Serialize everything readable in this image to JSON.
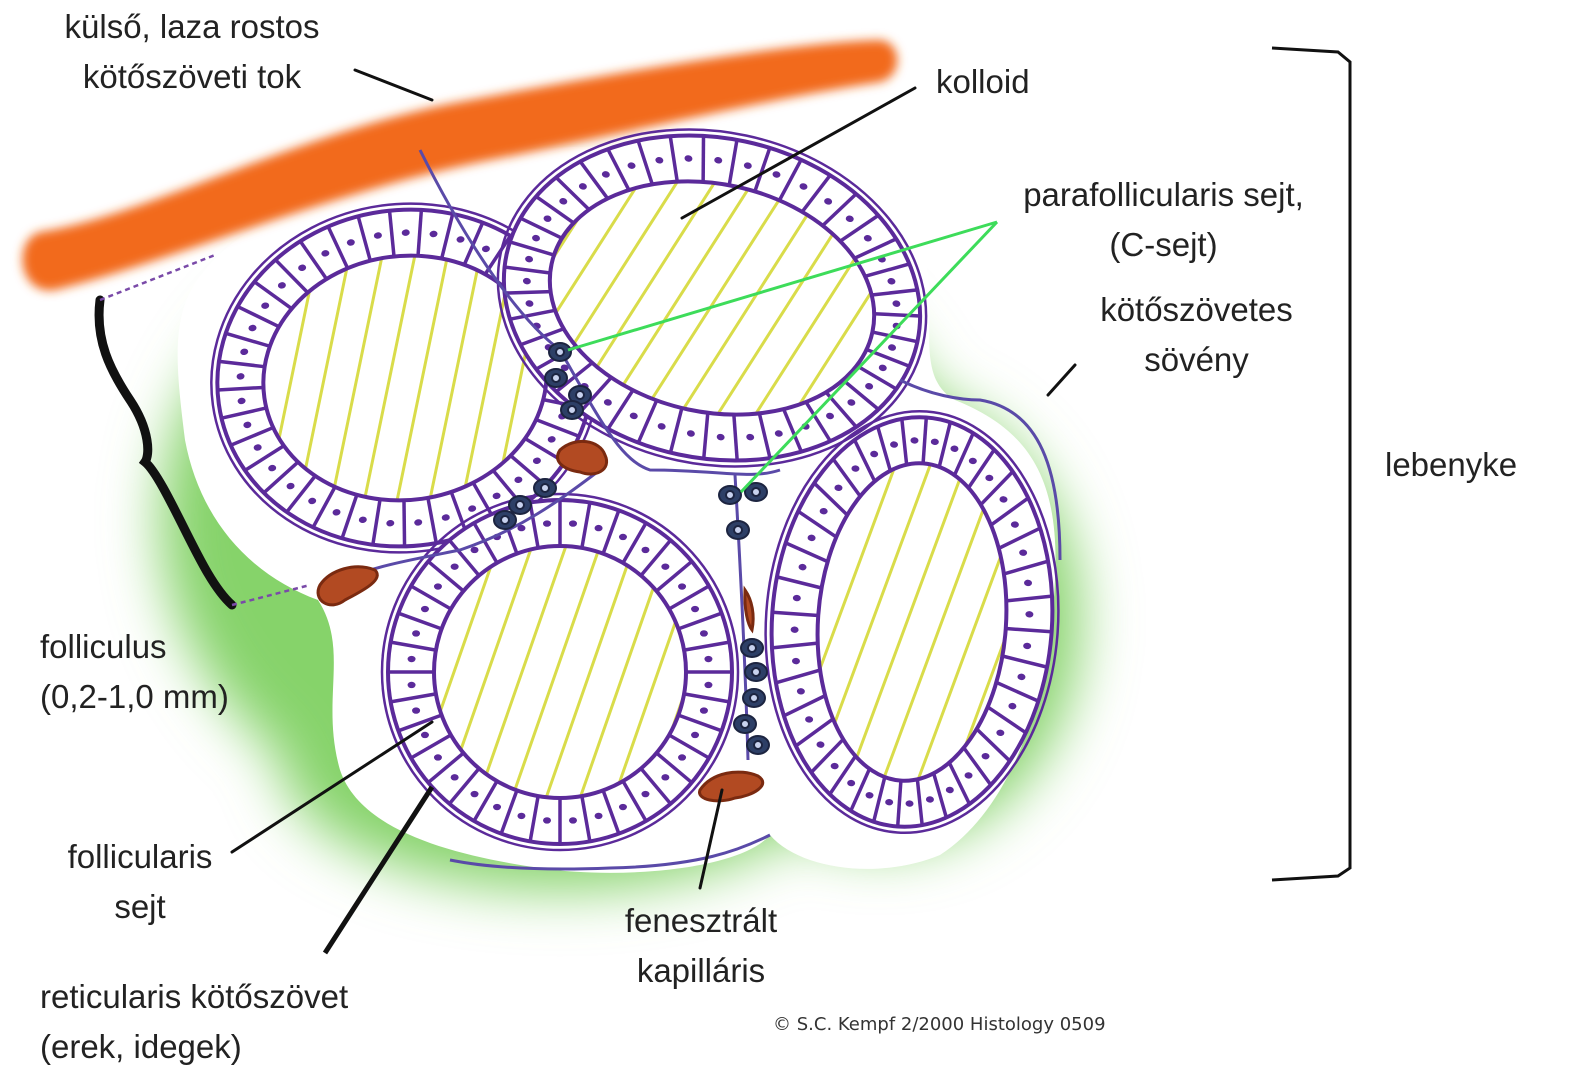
{
  "labels": {
    "capsule": [
      "külső, laza rostos",
      "kötőszöveti tok"
    ],
    "colloid": "kolloid",
    "parafollicular": [
      "parafollicularis sejt,",
      "(C-sejt)"
    ],
    "septum": [
      "kötőszövetes",
      "sövény"
    ],
    "lobule": "lebenyke",
    "follicle": [
      "folliculus",
      "(0,2-1,0 mm)"
    ],
    "follicular_cell": [
      "follicularis",
      "sejt"
    ],
    "capillary": [
      "fenesztrált",
      "kapilláris"
    ],
    "reticular": [
      "reticularis kötőszövet",
      "(erek, idegek)"
    ]
  },
  "credit": "© S.C. Kempf   2/2000   Histology 0509",
  "colors": {
    "capsule": "#f26b1d",
    "stroma_glow": "#86d36a",
    "follicle_outline": "#5b2a9a",
    "colloid_hatch": "#d9dc4a",
    "pointer_green": "#3ddc5a",
    "c_cell": "#2d3f66",
    "capillary": "#9b3a1f",
    "leader": "#111111"
  }
}
